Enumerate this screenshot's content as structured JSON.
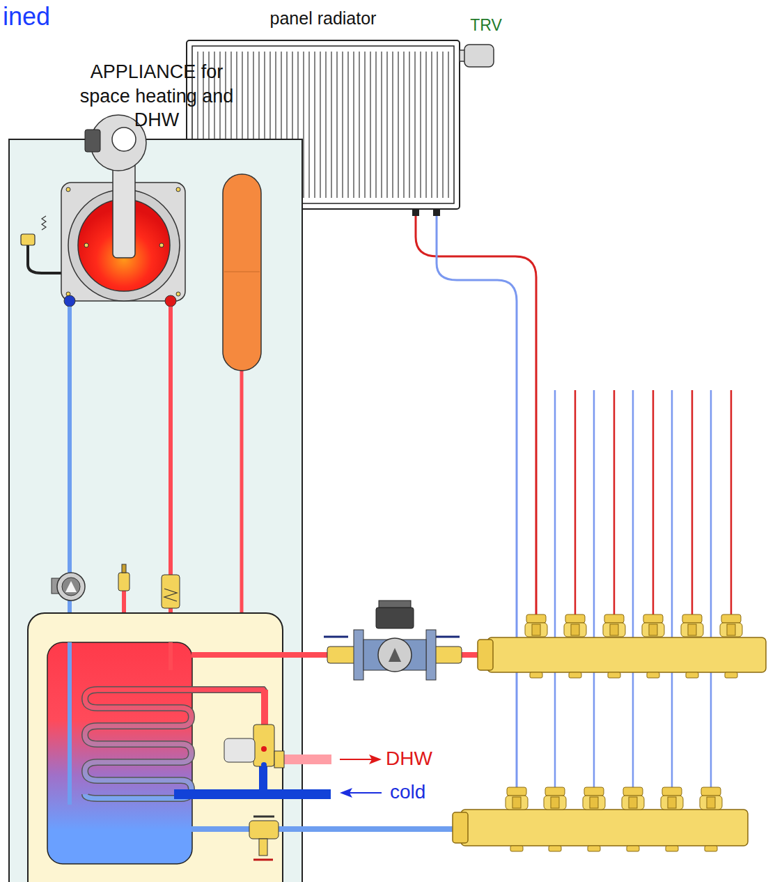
{
  "diagram": {
    "title": "ined",
    "nodes": [
      {
        "text": [
          "panel radiator"
        ]
      },
      {
        "text": [
          "TRV"
        ]
      },
      {
        "text": [
          "APPLIANCE for space heating and DHW"
        ]
      }
    ],
    "labels": [
      "DHW",
      "cold"
    ]
  }
}
